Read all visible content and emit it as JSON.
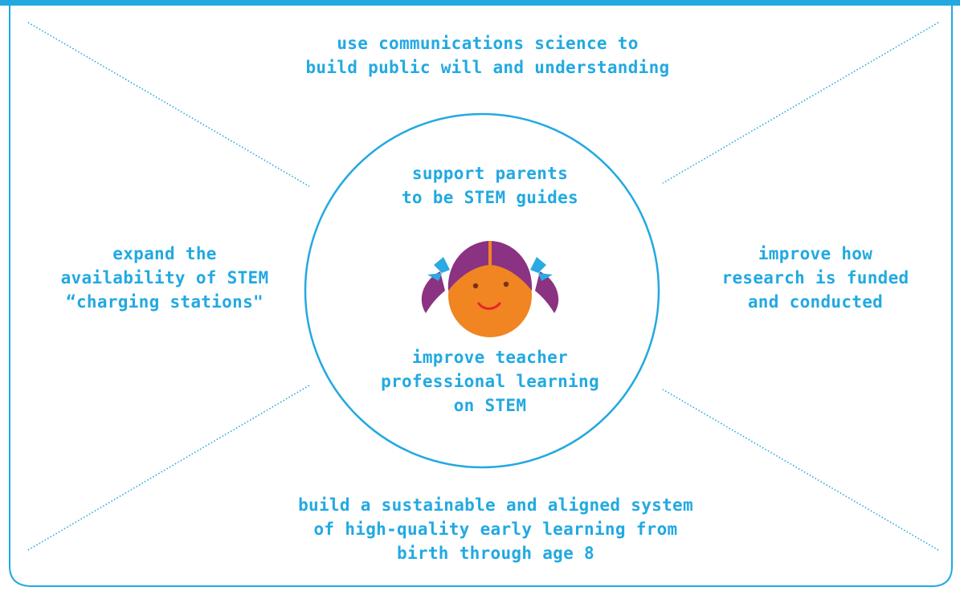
{
  "colors": {
    "accent": "#22a9e1",
    "hair": "#8b3282",
    "face": "#f08521",
    "bow": "#2aaae2",
    "mouth": "#e8232a"
  },
  "diagram": {
    "top_label": [
      "use communications science to",
      "build public will and understanding"
    ],
    "left_label": [
      "expand the",
      "availability of STEM",
      "“charging stations\""
    ],
    "right_label": [
      "improve how",
      "research is funded",
      "and conducted"
    ],
    "bottom_label": [
      "build a sustainable and aligned system",
      "of high-quality early learning from",
      "birth through age 8"
    ],
    "circle": {
      "top_label": [
        "support parents",
        "to be STEM guides"
      ],
      "bottom_label": [
        "improve teacher",
        "professional learning",
        "on STEM"
      ]
    }
  },
  "icons": {
    "center": "girl-face-icon"
  }
}
